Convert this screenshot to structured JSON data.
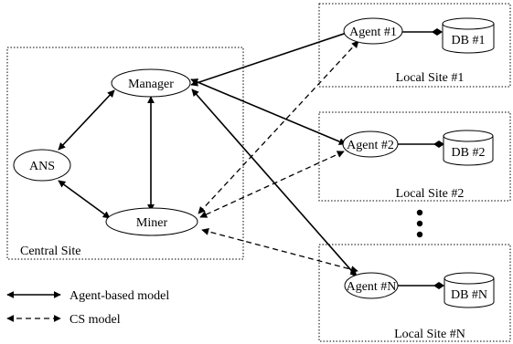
{
  "diagram": {
    "central_site_label": "Central Site",
    "nodes": {
      "manager": "Manager",
      "ans": "ANS",
      "miner": "Miner",
      "agent1": "Agent #1",
      "agent2": "Agent #2",
      "agentN": "Agent #N",
      "db1": "DB #1",
      "db2": "DB #2",
      "dbN": "DB #N"
    },
    "sites": {
      "local1": "Local Site #1",
      "local2": "Local Site #2",
      "localN": "Local Site #N"
    },
    "legend": {
      "agent_model": "Agent-based model",
      "cs_model": "CS model"
    }
  }
}
